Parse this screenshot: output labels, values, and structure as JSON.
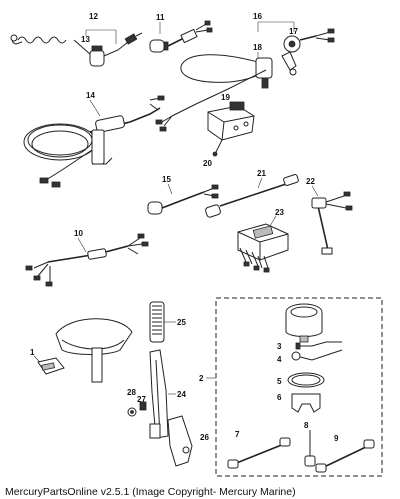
{
  "callouts": [
    "1",
    "2",
    "3",
    "4",
    "5",
    "6",
    "7",
    "8",
    "9",
    "10",
    "11",
    "12",
    "13",
    "14",
    "15",
    "16",
    "17",
    "18",
    "19",
    "20",
    "21",
    "22",
    "23",
    "24",
    "25",
    "26",
    "27",
    "28"
  ],
  "caption": "MercuryPartsOnline v2.5.1 (Image Copyright- Mercury Marine)"
}
